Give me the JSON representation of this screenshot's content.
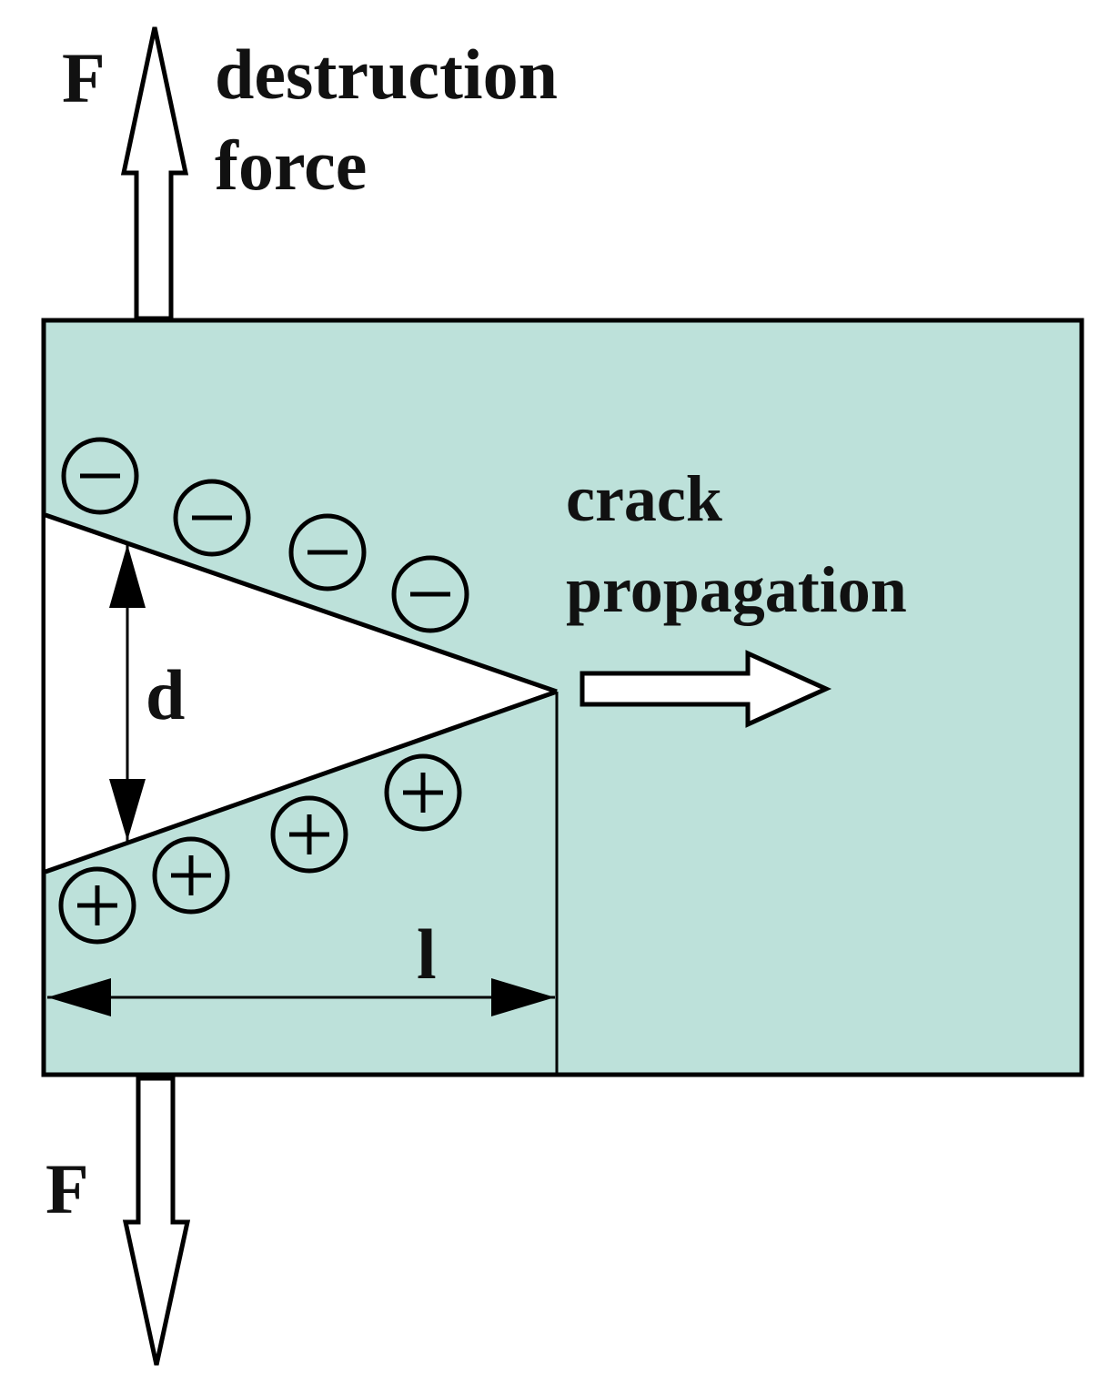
{
  "labels": {
    "force_top": "F",
    "force_top_caption_line1": "destruction",
    "force_top_caption_line2": "force",
    "force_bottom": "F",
    "crack_line1": "crack",
    "crack_line2": "propagation",
    "gap_width": "d",
    "crack_length": "l"
  },
  "charges": {
    "upper_face": [
      "−",
      "−",
      "−",
      "−"
    ],
    "lower_face": [
      "+",
      "+",
      "+",
      "+"
    ]
  },
  "colors": {
    "material": "#bde1da",
    "crack": "#ffffff",
    "stroke": "#000000"
  }
}
